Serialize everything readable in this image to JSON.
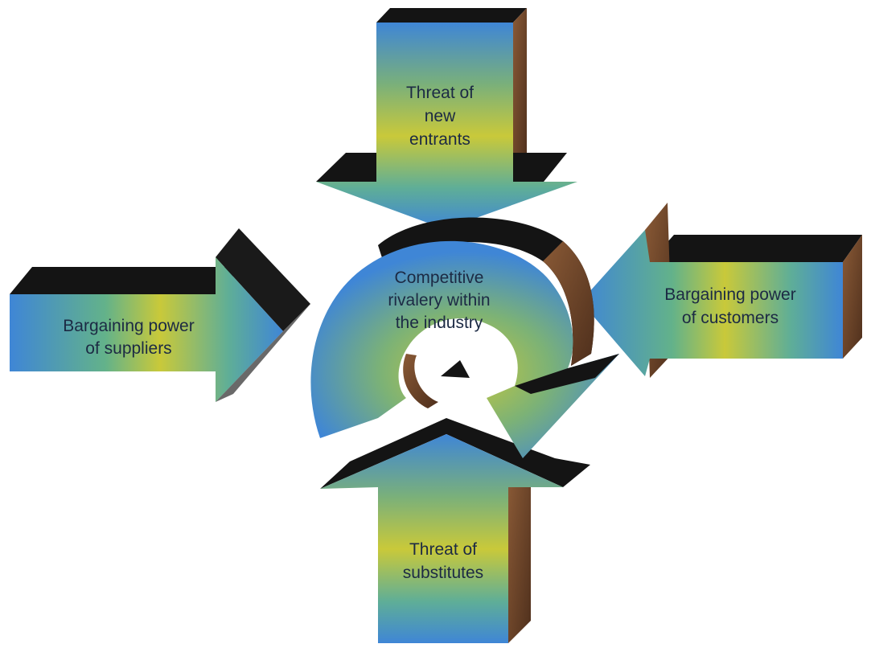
{
  "diagram": {
    "center": {
      "line1": "Competitive",
      "line2": "rivalery within",
      "line3": "the industry"
    },
    "top": {
      "line1": "Threat of",
      "line2": "new",
      "line3": "entrants"
    },
    "left": {
      "line1": "Bargaining power",
      "line2": "of suppliers"
    },
    "right": {
      "line1": "Bargaining power",
      "line2": "of customers"
    },
    "bottom": {
      "line1": "Threat of",
      "line2": "substitutes"
    }
  },
  "colors": {
    "blue": "#3f86d6",
    "yellow": "#c9c93a",
    "green": "#63b28a",
    "shadow": "#111111",
    "brown": "#6a4228"
  }
}
